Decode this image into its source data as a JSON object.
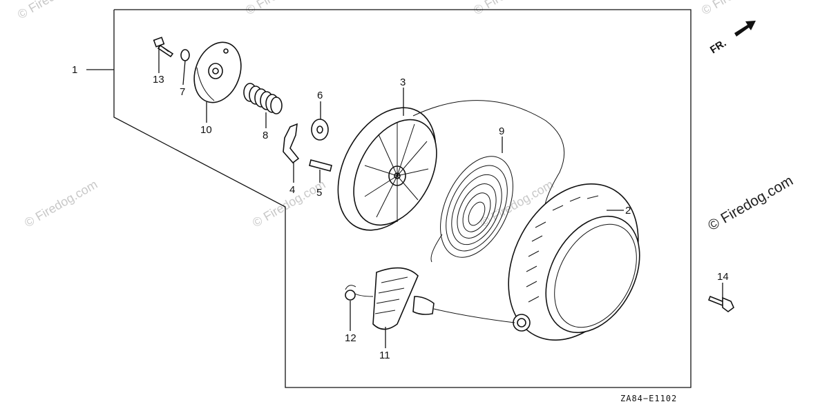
{
  "diagram": {
    "direction_label": "FR.",
    "diagram_code": "ZA84−E1102",
    "watermark": "© Firedog.com",
    "part_numbers": [
      "1",
      "2",
      "3",
      "4",
      "5",
      "6",
      "7",
      "8",
      "9",
      "10",
      "11",
      "12",
      "13",
      "14"
    ]
  }
}
